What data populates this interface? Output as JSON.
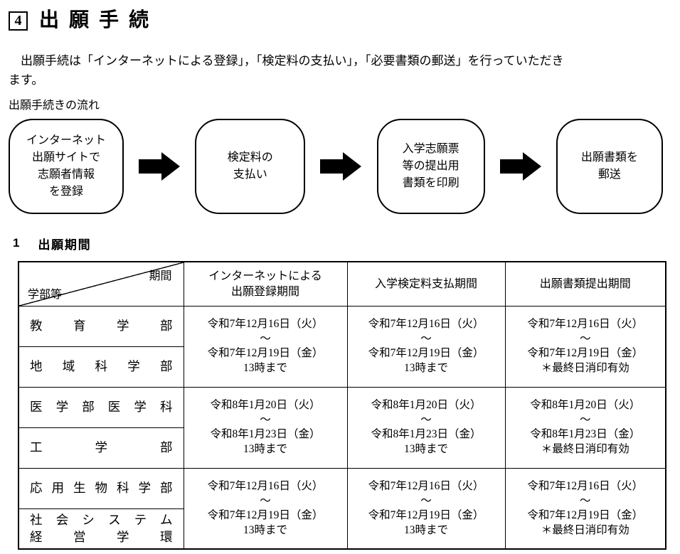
{
  "header": {
    "section_number": "4",
    "title": "出願手続"
  },
  "intro": {
    "line1": "出願手続は「インターネットによる登録」，「検定料の支払い」，「必要書類の郵送」を行っていただき",
    "line2": "ます。"
  },
  "flow": {
    "label": "出願手続きの流れ",
    "steps": [
      {
        "line1": "インターネット",
        "line2": "出願サイトで",
        "line3": "志願者情報",
        "line4": "を登録"
      },
      {
        "line1": "検定料の",
        "line2": "支払い"
      },
      {
        "line1": "入学志願票",
        "line2": "等の提出用",
        "line3": "書類を印刷"
      },
      {
        "line1": "出願書類を",
        "line2": "郵送"
      }
    ]
  },
  "period_section": {
    "number": "1",
    "title": "出願期間",
    "table": {
      "corner_top": "期間",
      "corner_bottom": "学部等",
      "headers": {
        "internet_line1": "インターネットによる",
        "internet_line2": "出願登録期間",
        "payment": "入学検定料支払期間",
        "documents": "出願書類提出期間"
      },
      "groups": [
        {
          "faculty_top": "教育学部",
          "faculty_bottom": "地域科学部",
          "internet": {
            "start": "令和7年12月16日（火）",
            "tilde": "～",
            "end": "令和7年12月19日（金）",
            "note": "13時まで"
          },
          "payment": {
            "start": "令和7年12月16日（火）",
            "tilde": "～",
            "end": "令和7年12月19日（金）",
            "note": "13時まで"
          },
          "documents": {
            "start": "令和7年12月16日（火）",
            "tilde": "～",
            "end": "令和7年12月19日（金）",
            "note": "＊最終日消印有効"
          }
        },
        {
          "faculty_top": "医学部医学科",
          "faculty_bottom": "工学部",
          "internet": {
            "start": "令和8年1月20日（火）",
            "tilde": "～",
            "end": "令和8年1月23日（金）",
            "note": "13時まで"
          },
          "payment": {
            "start": "令和8年1月20日（火）",
            "tilde": "～",
            "end": "令和8年1月23日（金）",
            "note": "13時まで"
          },
          "documents": {
            "start": "令和8年1月20日（火）",
            "tilde": "～",
            "end": "令和8年1月23日（金）",
            "note": "＊最終日消印有効"
          }
        },
        {
          "faculty_top": "応用生物科学部",
          "faculty_bottom_line1": "社会システム",
          "faculty_bottom_line2": "経営学環",
          "internet": {
            "start": "令和7年12月16日（火）",
            "tilde": "～",
            "end": "令和7年12月19日（金）",
            "note": "13時まで"
          },
          "payment": {
            "start": "令和7年12月16日（火）",
            "tilde": "～",
            "end": "令和7年12月19日（金）",
            "note": "13時まで"
          },
          "documents": {
            "start": "令和7年12月16日（火）",
            "tilde": "～",
            "end": "令和7年12月19日（金）",
            "note": "＊最終日消印有効"
          }
        }
      ]
    }
  }
}
